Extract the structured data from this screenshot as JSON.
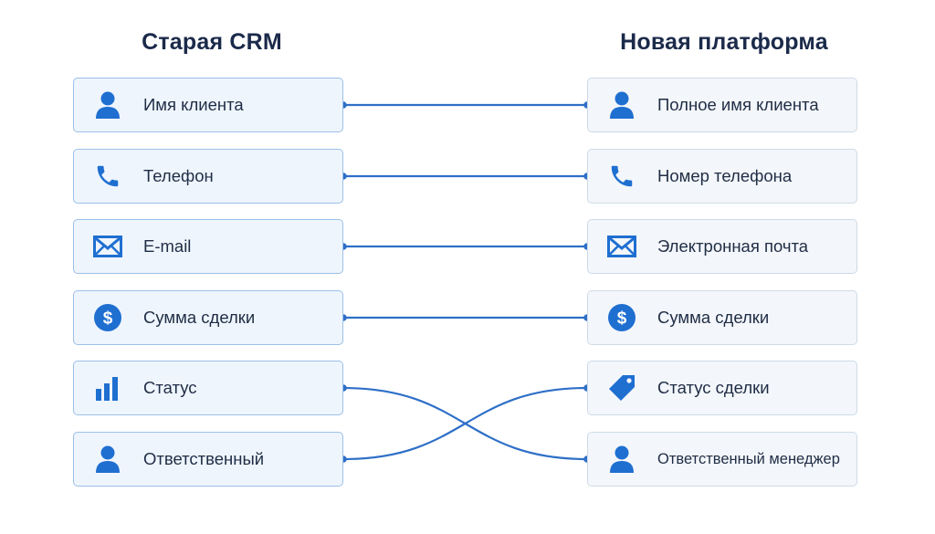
{
  "left_title": "Старая CRM",
  "right_title": "Новая платформа",
  "left_fields": [
    {
      "label": "Имя клиента",
      "icon": "user-icon"
    },
    {
      "label": "Телефон",
      "icon": "phone-icon"
    },
    {
      "label": "E-mail",
      "icon": "mail-icon"
    },
    {
      "label": "Сумма сделки",
      "icon": "dollar-icon"
    },
    {
      "label": "Статус",
      "icon": "bar-chart-icon"
    },
    {
      "label": "Ответственный",
      "icon": "user-icon"
    }
  ],
  "right_fields": [
    {
      "label": "Полное имя клиента",
      "icon": "user-icon"
    },
    {
      "label": "Номер телефона",
      "icon": "phone-icon"
    },
    {
      "label": "Электронная почта",
      "icon": "mail-icon"
    },
    {
      "label": "Сумма сделки",
      "icon": "dollar-icon"
    },
    {
      "label": "Статус сделки",
      "icon": "tag-icon"
    },
    {
      "label": "Ответственный менеджер",
      "icon": "user-icon"
    }
  ],
  "mappings": [
    [
      0,
      0
    ],
    [
      1,
      1
    ],
    [
      2,
      2
    ],
    [
      3,
      3
    ],
    [
      4,
      5
    ],
    [
      5,
      4
    ]
  ],
  "colors": {
    "accent": "#1f6fd1",
    "line": "#2e6fc7",
    "title": "#1b2a4a"
  }
}
